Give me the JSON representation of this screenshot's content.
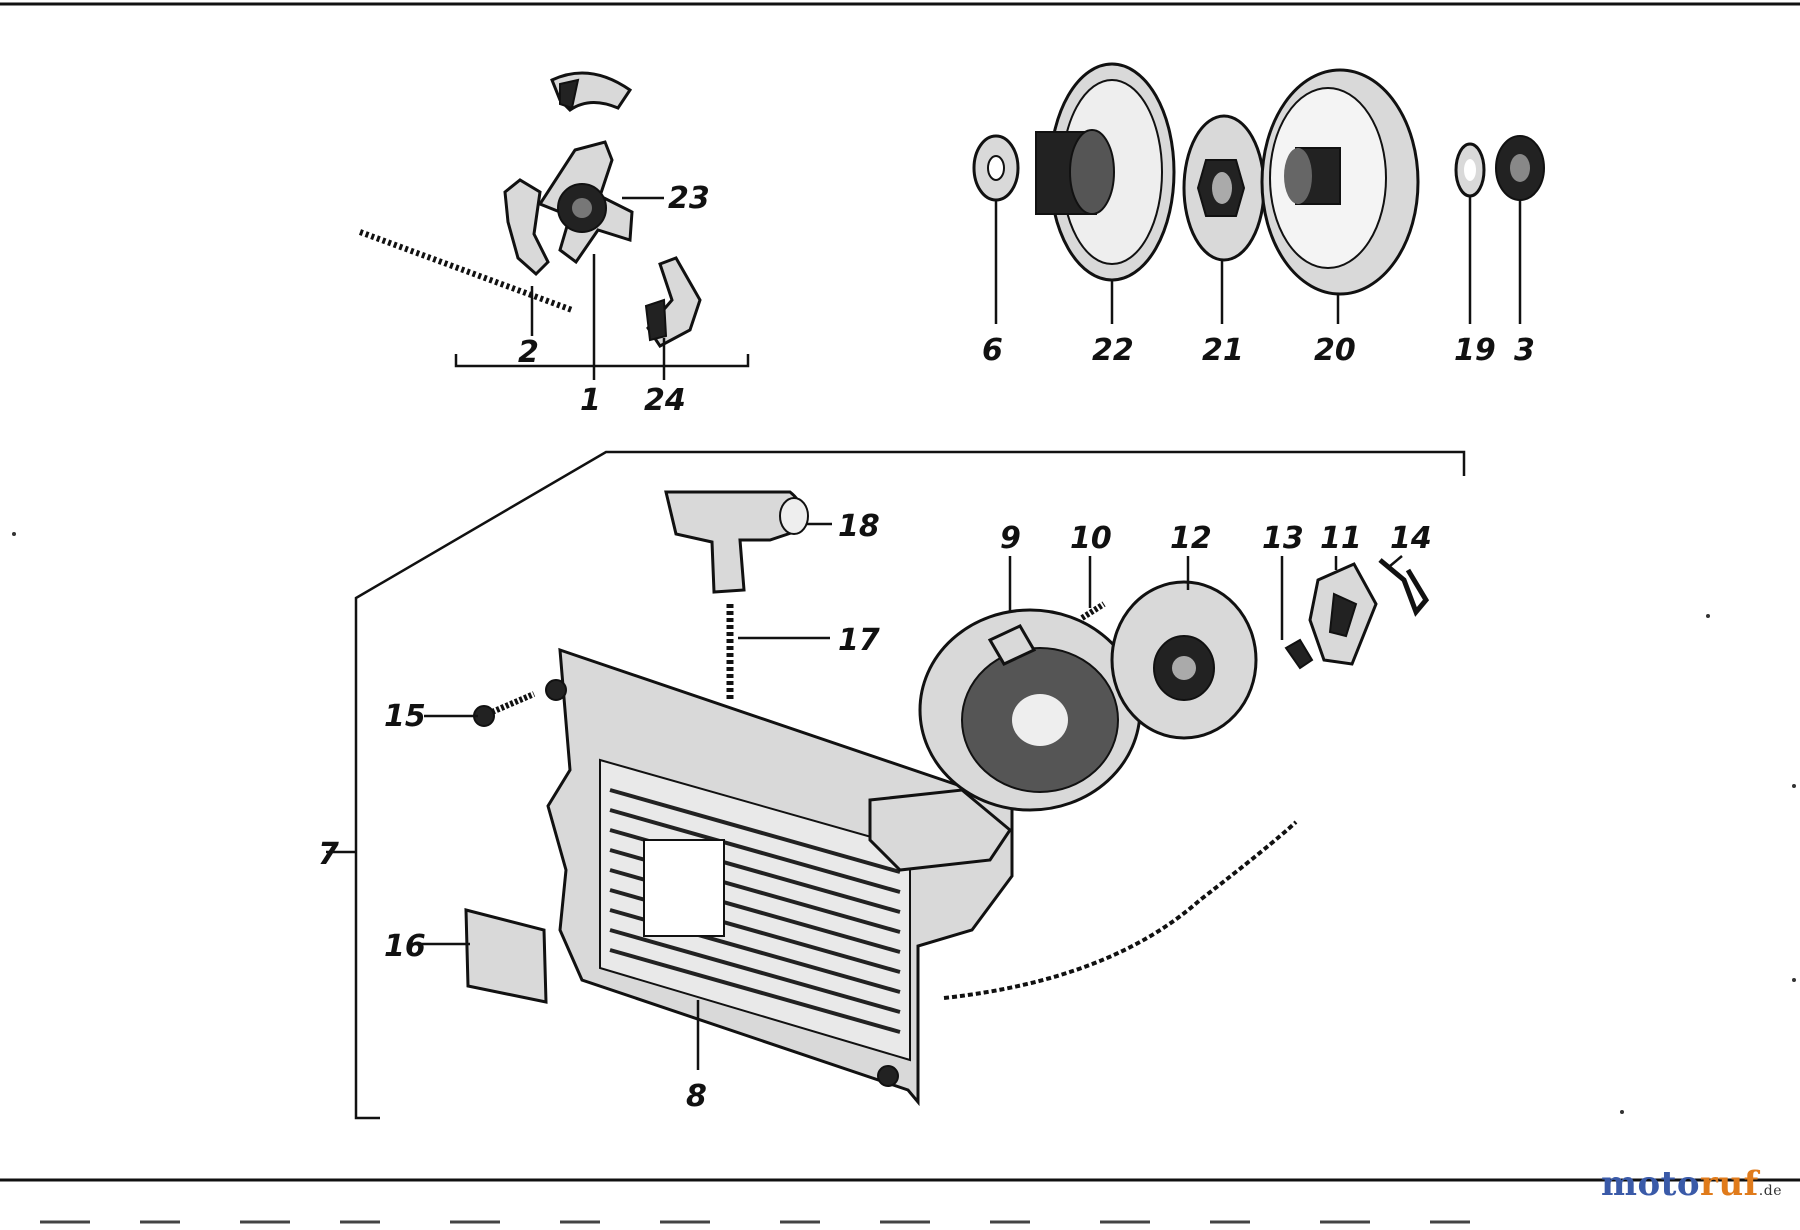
{
  "callouts": {
    "c1": "1",
    "c2": "2",
    "c3": "3",
    "c6": "6",
    "c7": "7",
    "c8": "8",
    "c9": "9",
    "c10": "10",
    "c11": "11",
    "c12": "12",
    "c13": "13",
    "c14": "14",
    "c15": "15",
    "c16": "16",
    "c17": "17",
    "c18": "18",
    "c19": "19",
    "c20": "20",
    "c21": "21",
    "c22": "22",
    "c23": "23",
    "c24": "24"
  },
  "watermark": {
    "part1": "moto",
    "part2": "ruf",
    "part3": ".de"
  }
}
